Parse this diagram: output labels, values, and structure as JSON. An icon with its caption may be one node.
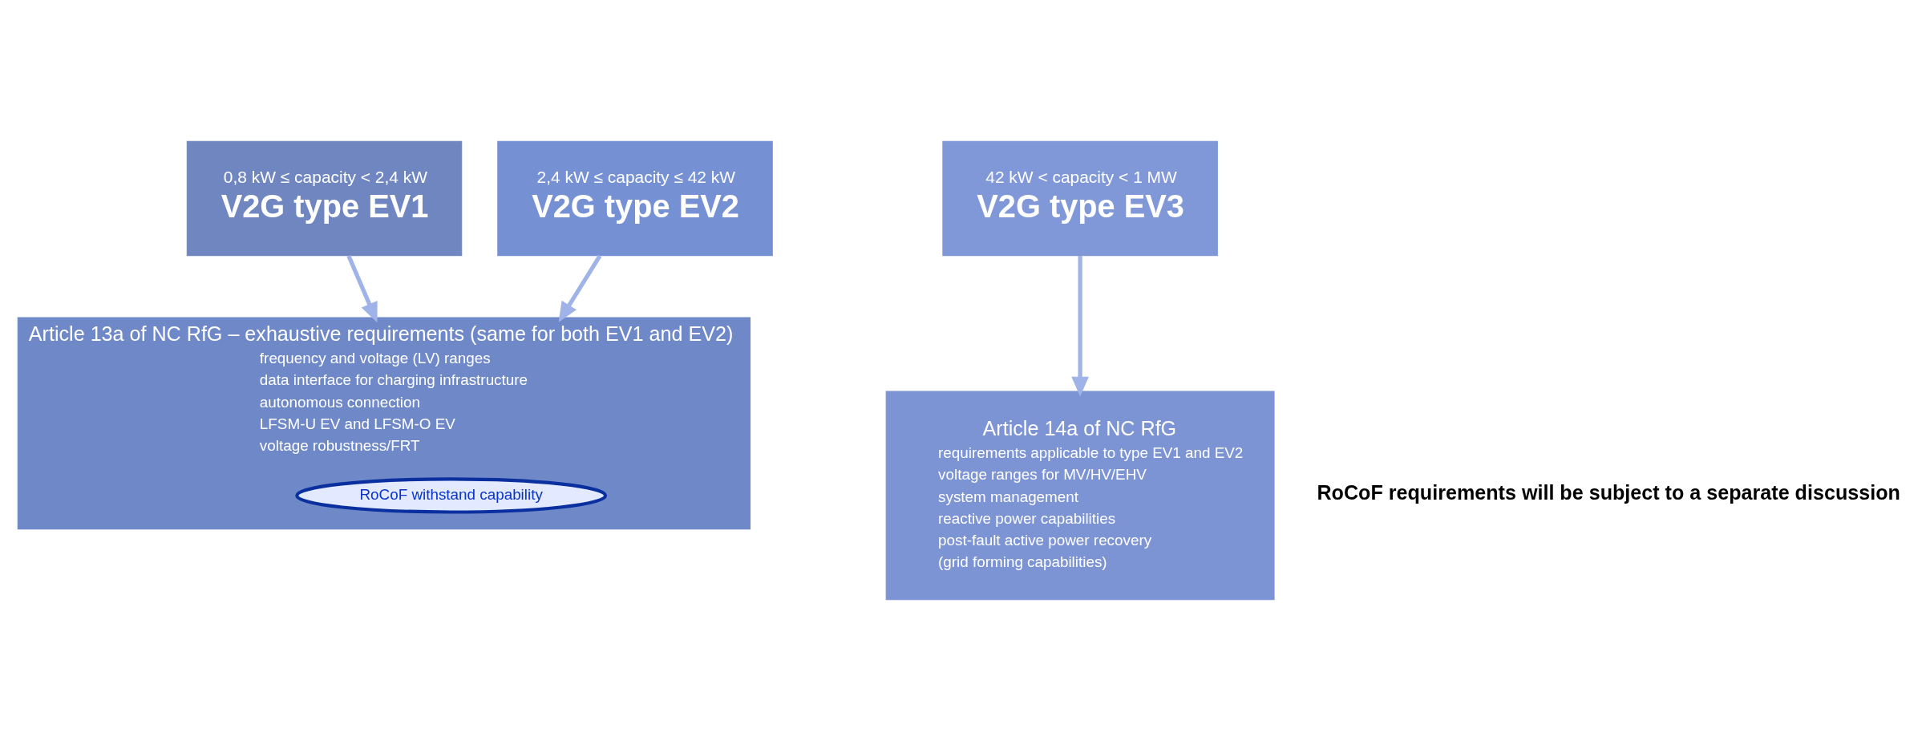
{
  "diagram": {
    "nodes": [
      {
        "text": [
          "0,8 kW ≤ capacity < 2,4 kW",
          "V2G type EV1"
        ]
      },
      {
        "text": [
          "2,4 kW ≤ capacity ≤ 42 kW",
          "V2G type EV2"
        ]
      },
      {
        "text": [
          "42 kW < capacity < 1 MW",
          "V2G type EV3"
        ]
      },
      {
        "text": [
          "Article 13a of NC RfG – exhaustive requirements (same for both EV1 and EV2)",
          "frequency and voltage (LV) ranges",
          "data interface for charging infrastructure",
          "autonomous connection",
          "LFSM-U EV and LFSM-O EV",
          "voltage robustness/FRT"
        ]
      },
      {
        "text": [
          "RoCoF withstand capability"
        ],
        "in": 3
      },
      {
        "text": [
          "Article 14a of NC RfG",
          "requirements applicable to type EV1 and EV2",
          "voltage ranges for MV/HV/EHV",
          "system management",
          "reactive power capabilities",
          "post-fault active power recovery",
          "(grid forming capabilities)"
        ]
      }
    ],
    "edges": [
      {
        "from": 0,
        "to": 3,
        "arrow": "to"
      },
      {
        "from": 1,
        "to": 3,
        "arrow": "to"
      },
      {
        "from": 2,
        "to": 5,
        "arrow": "to"
      }
    ],
    "labels": [
      "RoCoF requirements will be subject to a separate discussion"
    ]
  }
}
